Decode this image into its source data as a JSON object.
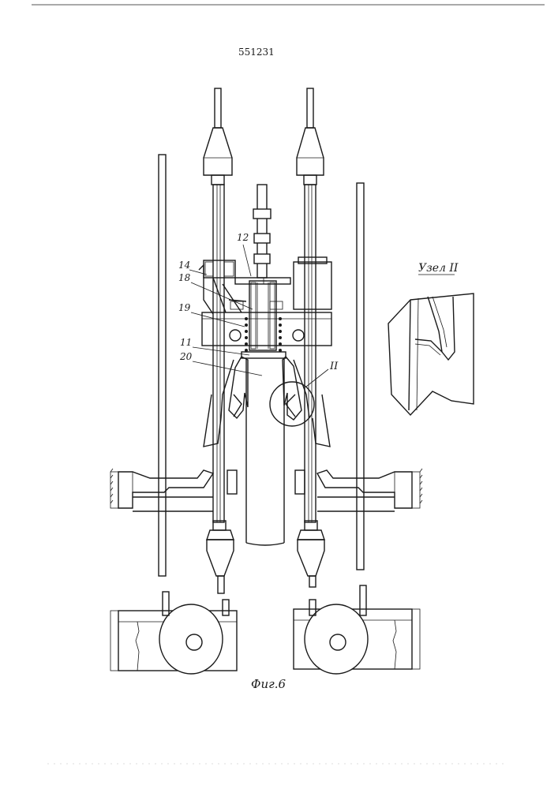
{
  "page": {
    "patent_number": "551231",
    "figure_caption": "Фиг.6",
    "detail_title": "Узел II",
    "detail_marker": "II"
  },
  "callouts": [
    {
      "id": "12",
      "text": "12"
    },
    {
      "id": "14",
      "text": "14"
    },
    {
      "id": "18",
      "text": "18"
    },
    {
      "id": "19",
      "text": "19"
    },
    {
      "id": "11",
      "text": "11"
    },
    {
      "id": "20",
      "text": "20"
    }
  ]
}
